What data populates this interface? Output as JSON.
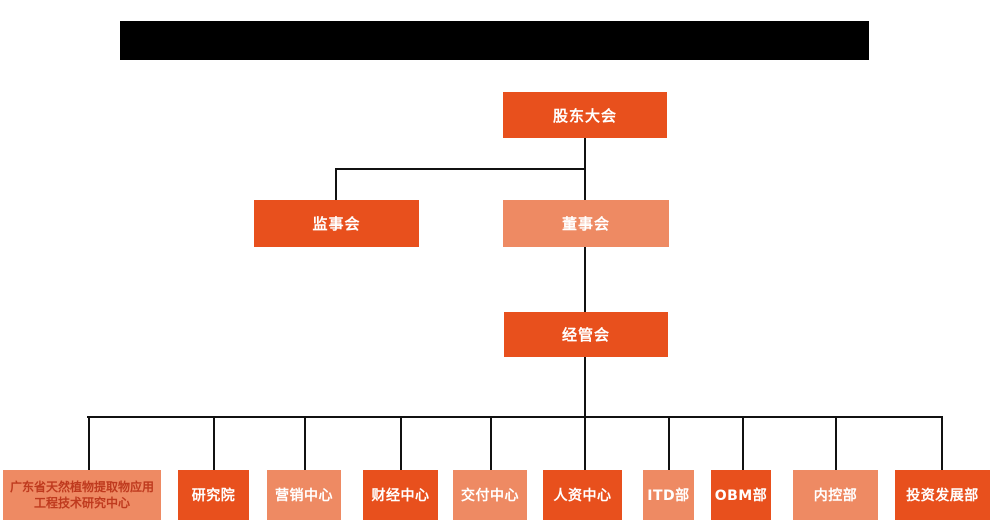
{
  "page": {
    "title_redacted": "",
    "background": "#ffffff"
  },
  "org": {
    "root": {
      "label": "股东大会"
    },
    "supervisory": {
      "label": "监事会"
    },
    "board": {
      "label": "董事会"
    },
    "management": {
      "label": "经管会"
    },
    "departments": [
      {
        "label": "广东省天然植物提取物应用工程技术研究中心"
      },
      {
        "label": "研究院"
      },
      {
        "label": "营销中心"
      },
      {
        "label": "财经中心"
      },
      {
        "label": "交付中心"
      },
      {
        "label": "人资中心"
      },
      {
        "label": "ITD部"
      },
      {
        "label": "OBM部"
      },
      {
        "label": "内控部"
      },
      {
        "label": "投资发展部"
      }
    ]
  },
  "colors": {
    "dark_orange": "#e8501d",
    "light_orange": "#ee8a63",
    "research_center_text": "#bf3a1e",
    "connector_line": "#111111",
    "redacted_bar": "#000000",
    "node_text": "#ffffff"
  }
}
